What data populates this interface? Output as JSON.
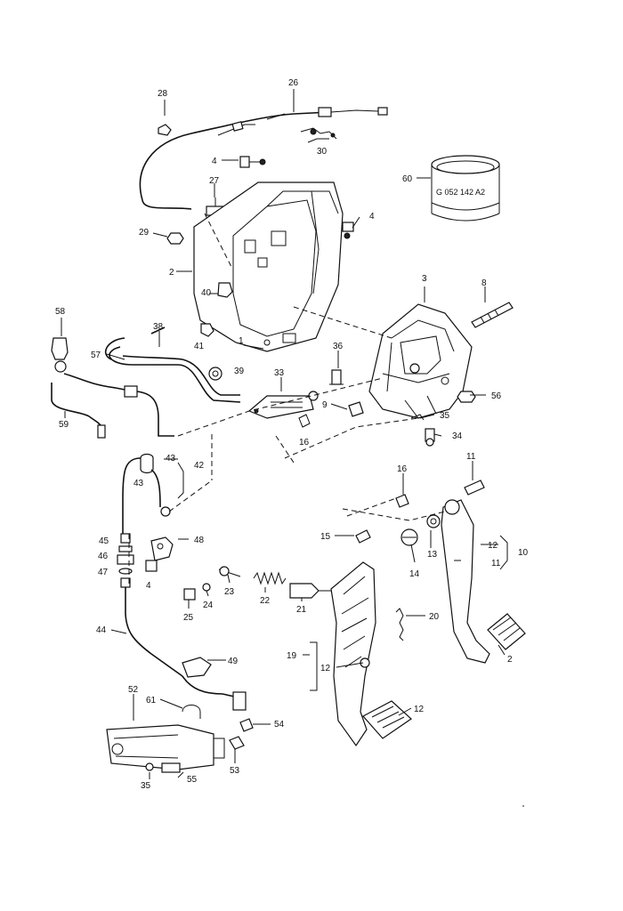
{
  "part_code": "G 052 142 A2",
  "callouts": [
    {
      "id": "c28",
      "text": "28"
    },
    {
      "id": "c26",
      "text": "26"
    },
    {
      "id": "c30",
      "text": "30"
    },
    {
      "id": "c4a",
      "text": "4"
    },
    {
      "id": "c27",
      "text": "27"
    },
    {
      "id": "c60",
      "text": "60"
    },
    {
      "id": "c4b",
      "text": "4"
    },
    {
      "id": "c29",
      "text": "29"
    },
    {
      "id": "c2a",
      "text": "2"
    },
    {
      "id": "c40",
      "text": "40"
    },
    {
      "id": "c3",
      "text": "3"
    },
    {
      "id": "c8",
      "text": "8"
    },
    {
      "id": "c58",
      "text": "58"
    },
    {
      "id": "c38",
      "text": "38"
    },
    {
      "id": "c41",
      "text": "41"
    },
    {
      "id": "c1",
      "text": "1"
    },
    {
      "id": "c36",
      "text": "36"
    },
    {
      "id": "c57",
      "text": "57"
    },
    {
      "id": "c39",
      "text": "39"
    },
    {
      "id": "c33",
      "text": "33"
    },
    {
      "id": "c56",
      "text": "56"
    },
    {
      "id": "c9",
      "text": "9"
    },
    {
      "id": "c35a",
      "text": "35"
    },
    {
      "id": "c59",
      "text": "59"
    },
    {
      "id": "c16a",
      "text": "16"
    },
    {
      "id": "c34",
      "text": "34"
    },
    {
      "id": "c43a",
      "text": "43"
    },
    {
      "id": "c42",
      "text": "42"
    },
    {
      "id": "c43b",
      "text": "43"
    },
    {
      "id": "c16b",
      "text": "16"
    },
    {
      "id": "c11a",
      "text": "11"
    },
    {
      "id": "c45",
      "text": "45"
    },
    {
      "id": "c48",
      "text": "48"
    },
    {
      "id": "c15",
      "text": "15"
    },
    {
      "id": "c12a",
      "text": "12"
    },
    {
      "id": "c46",
      "text": "46"
    },
    {
      "id": "c13",
      "text": "13"
    },
    {
      "id": "c10",
      "text": "10"
    },
    {
      "id": "c11b",
      "text": "11"
    },
    {
      "id": "c47",
      "text": "47"
    },
    {
      "id": "c4c",
      "text": "4"
    },
    {
      "id": "c14",
      "text": "14"
    },
    {
      "id": "c23",
      "text": "23"
    },
    {
      "id": "c22",
      "text": "22"
    },
    {
      "id": "c21",
      "text": "21"
    },
    {
      "id": "c25",
      "text": "25"
    },
    {
      "id": "c24",
      "text": "24"
    },
    {
      "id": "c20",
      "text": "20"
    },
    {
      "id": "c44",
      "text": "44"
    },
    {
      "id": "c19",
      "text": "19"
    },
    {
      "id": "c12b",
      "text": "12"
    },
    {
      "id": "c49",
      "text": "49"
    },
    {
      "id": "c2b",
      "text": "2"
    },
    {
      "id": "c52",
      "text": "52"
    },
    {
      "id": "c61",
      "text": "61"
    },
    {
      "id": "c12c",
      "text": "12"
    },
    {
      "id": "c54",
      "text": "54"
    },
    {
      "id": "c53",
      "text": "53"
    },
    {
      "id": "c35b",
      "text": "35"
    },
    {
      "id": "c55",
      "text": "55"
    }
  ]
}
